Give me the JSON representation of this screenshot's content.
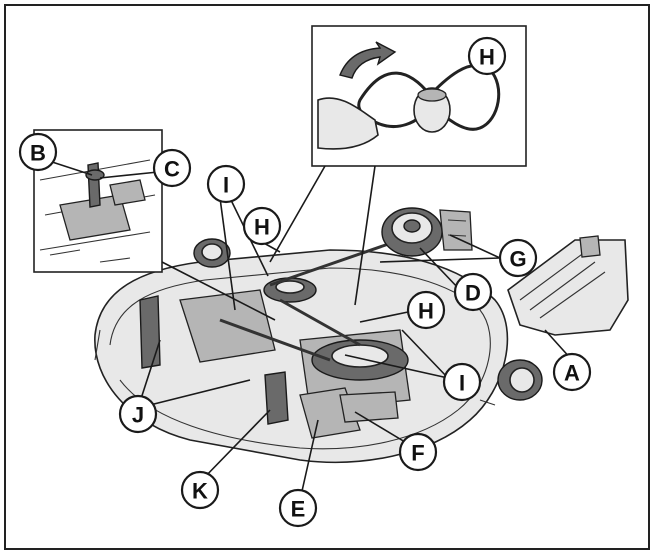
{
  "figure": {
    "callouts": [
      {
        "id": "A",
        "text": "A"
      },
      {
        "id": "B",
        "text": "B"
      },
      {
        "id": "C",
        "text": "C"
      },
      {
        "id": "D",
        "text": "D"
      },
      {
        "id": "E",
        "text": "E"
      },
      {
        "id": "F",
        "text": "F"
      },
      {
        "id": "G",
        "text": "G"
      },
      {
        "id": "H1",
        "text": "H"
      },
      {
        "id": "H2",
        "text": "H"
      },
      {
        "id": "H3",
        "text": "H"
      },
      {
        "id": "I1",
        "text": "I"
      },
      {
        "id": "I2",
        "text": "I"
      },
      {
        "id": "J",
        "text": "J"
      },
      {
        "id": "K",
        "text": "K"
      }
    ],
    "colors": {
      "line": "#1a1a1a",
      "fill": "#e8e8e8",
      "shade": "#6a6a6a"
    }
  }
}
